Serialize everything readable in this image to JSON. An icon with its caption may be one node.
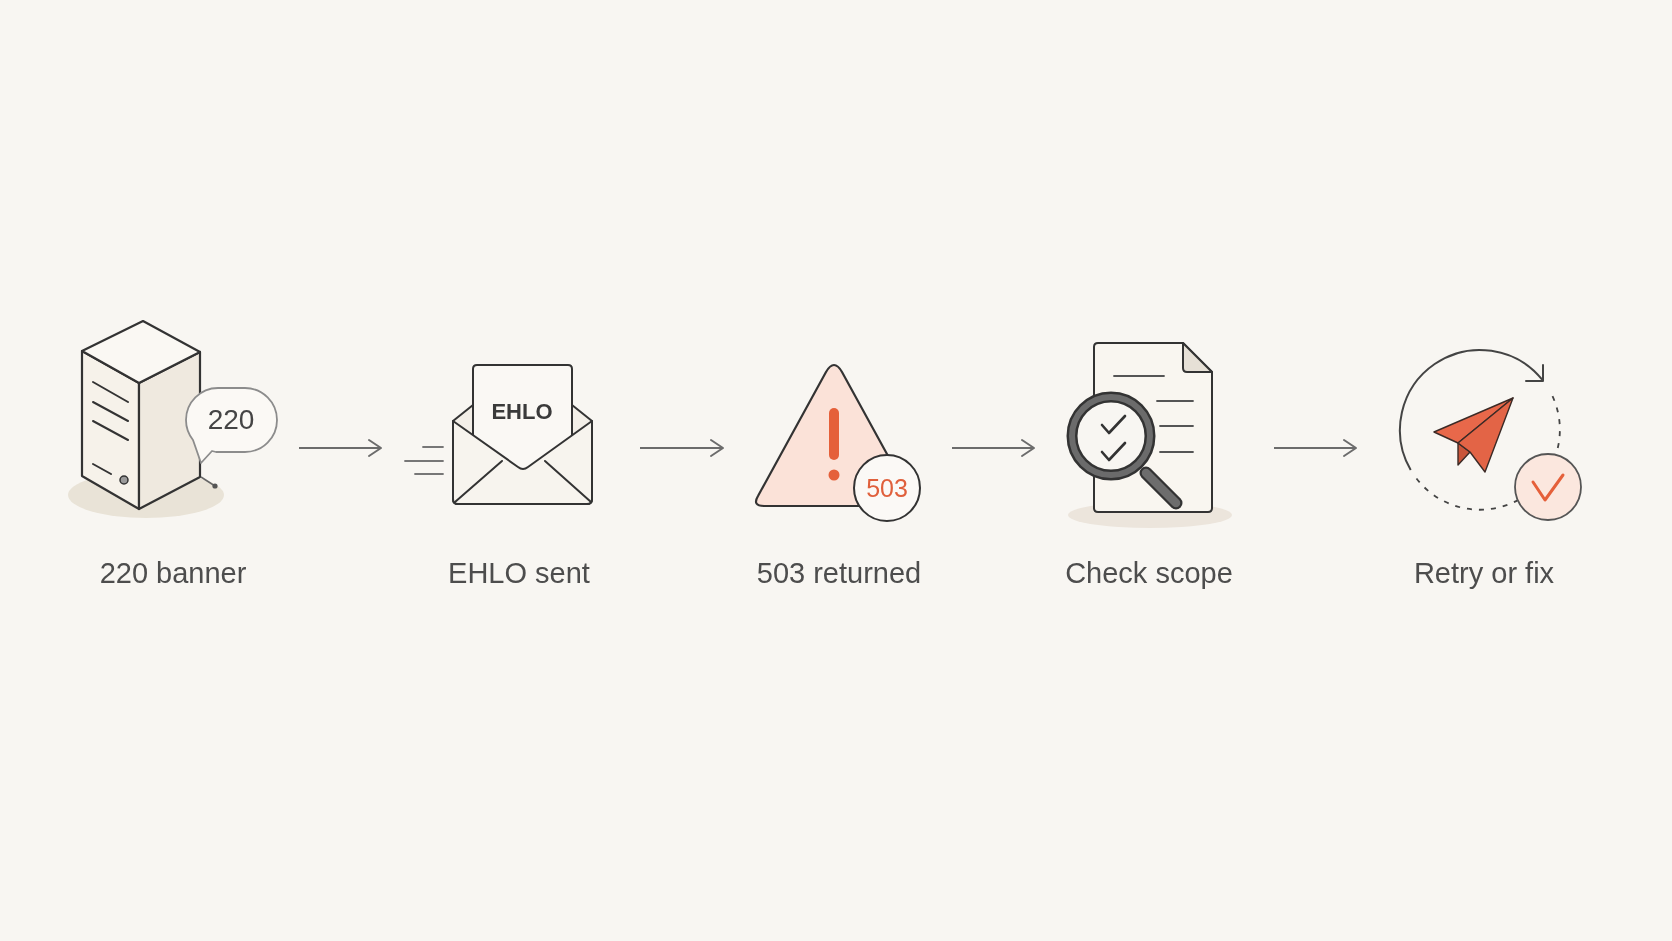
{
  "diagram": {
    "nodes": [
      {
        "text": [
          "220",
          "220 banner"
        ]
      },
      {
        "text": [
          "EHLO",
          "EHLO sent"
        ]
      },
      {
        "text": [
          "503",
          "503 returned"
        ]
      },
      {
        "text": [
          "Check scope"
        ]
      },
      {
        "text": [
          "Retry or fix"
        ]
      }
    ],
    "edges": [
      {
        "from": 0,
        "to": 1,
        "arrow": "to"
      },
      {
        "from": 1,
        "to": 2,
        "arrow": "to"
      },
      {
        "from": 2,
        "to": 3,
        "arrow": "to"
      },
      {
        "from": 3,
        "to": 4,
        "arrow": "to"
      }
    ]
  }
}
